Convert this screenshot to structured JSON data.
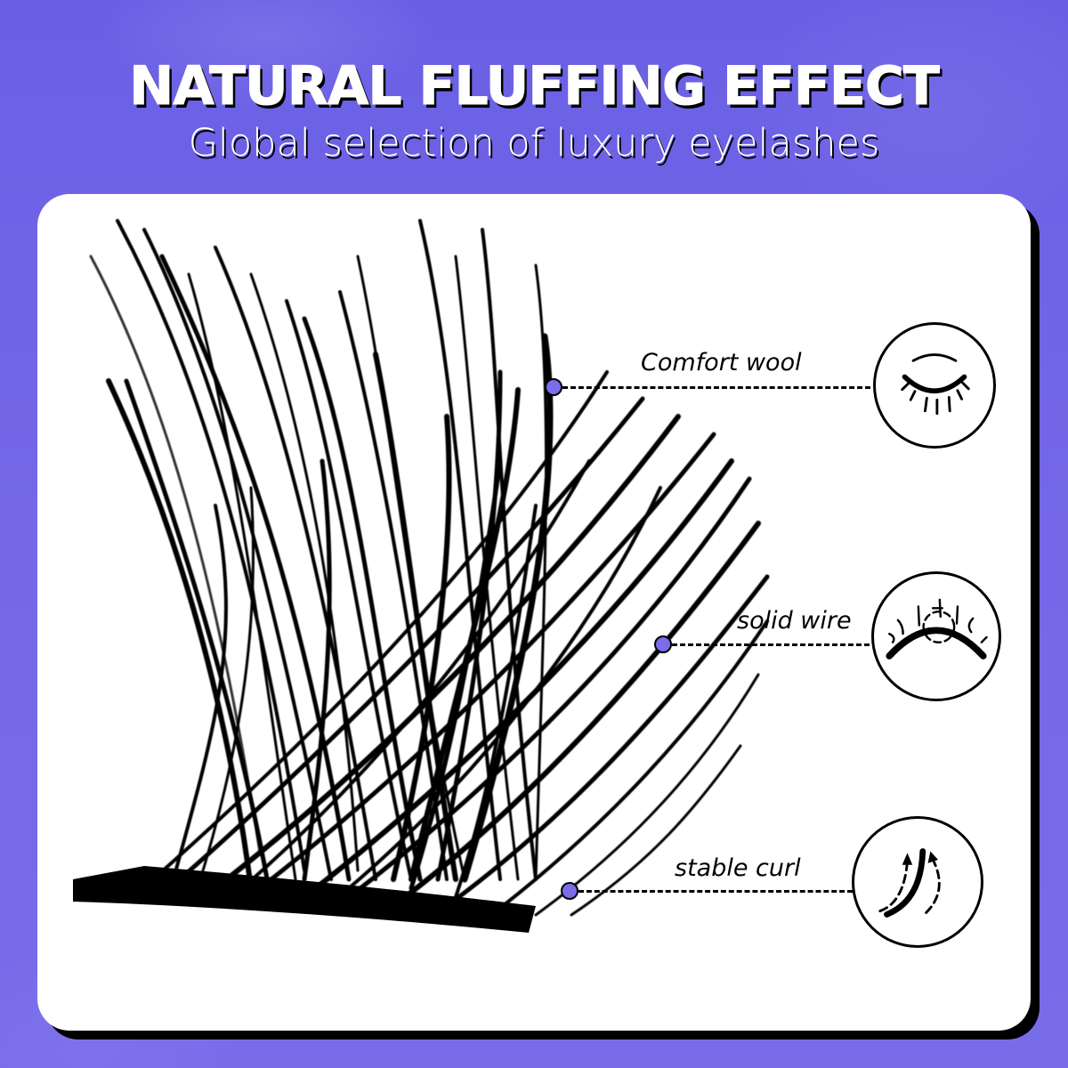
{
  "header": {
    "title": "NATURAL FLUFFING EFFECT",
    "subtitle": "Global selection of luxury eyelashes"
  },
  "product": {
    "image": "false-eyelash-cluster",
    "callouts": [
      {
        "label": "Comfort wool",
        "icon": "closed-eye-icon"
      },
      {
        "label": "solid wire",
        "icon": "lash-band-icon"
      },
      {
        "label": "stable curl",
        "icon": "curl-arrows-icon"
      }
    ]
  },
  "colors": {
    "background": "#6f66e6",
    "accent_dot": "#7b6ce8",
    "card": "#ffffff",
    "text_dark": "#000000"
  }
}
